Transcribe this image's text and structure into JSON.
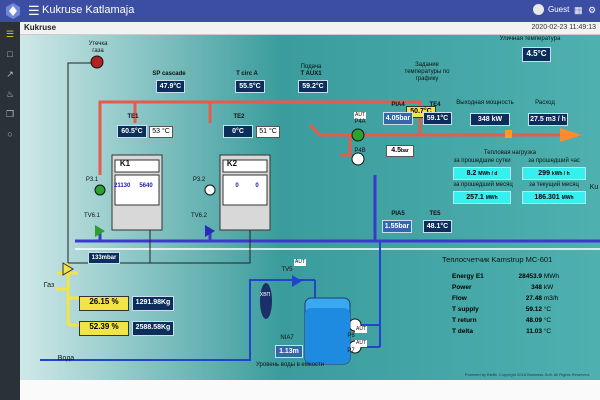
{
  "app": {
    "title": "Kukruse Katlamaja",
    "user": "Guest"
  },
  "breadcrumb": {
    "title": "Kukruse",
    "timestamp": "2020-02-23 11:49:13"
  },
  "outdoor": {
    "label": "Уличная температура",
    "value": "4.5°C"
  },
  "gas_leak": {
    "label": "Утечка газа"
  },
  "setpoint": {
    "label": "Задание температуры по графику",
    "value": "50.7°C"
  },
  "sp_cascade": {
    "label": "SP cascade",
    "value": "47.9°C"
  },
  "t_circ": {
    "label": "T circ A",
    "value": "55.5°C"
  },
  "t_aux": {
    "label_top": "Подача",
    "label": "T AUX1",
    "value": "59.2°C"
  },
  "boiler1": {
    "name": "K1",
    "te_label": "TE1",
    "te_value": "60.5°C",
    "set_value": "53",
    "set_unit": "°C",
    "flow1": "21130",
    "flow2": "5640",
    "pump": "P3.1",
    "valve": "TV6.1"
  },
  "boiler2": {
    "name": "K2",
    "te_label": "TE2",
    "te_value": "0°C",
    "set_value": "51",
    "set_unit": "°C",
    "flow1": "0",
    "flow2": "0",
    "pump": "P3.2",
    "valve": "TV6.2"
  },
  "supply": {
    "pia4_label": "PIA4",
    "pia4_value": "4.05bar",
    "te4_label": "TE4",
    "te4_value": "59.1°C",
    "pump_a": "P4A",
    "pump_a_badge": "AUT",
    "pump_b": "P4B",
    "pressure": "4.5",
    "pressure_unit": "bar"
  },
  "return": {
    "pia5_label": "PIA5",
    "pia5_value": "1.55bar",
    "te5_label": "TE5",
    "te5_value": "48.1°C"
  },
  "power": {
    "label": "Выходная мощность",
    "value": "348",
    "unit": "kW"
  },
  "flow": {
    "label": "Расход",
    "value": "27.5",
    "unit": "m3 / h"
  },
  "heat_load": {
    "title": "Тепловая нагрузка",
    "day_label": "за прошедшие сутки",
    "day_value": "8.2",
    "day_unit": "MWh / d",
    "hour_label": "за прошедший час",
    "hour_value": "299",
    "hour_unit": "kWh / h",
    "month_label": "за прошедший месяц",
    "month_value": "257.1",
    "month_unit": "MWh",
    "cur_month_label": "за текущий месяц",
    "cur_month_value": "186.301",
    "cur_month_unit": "MWh",
    "right_edge": "Ku"
  },
  "gas": {
    "label": "Газ",
    "pressure": "133mbar",
    "v1_pct": "26.15 %",
    "v1_kg": "1291.98Kg",
    "v2_pct": "52.39 %",
    "v2_kg": "2588.58Kg"
  },
  "water": {
    "label": "Вода",
    "hvp": "ХВП",
    "tv5": "TV5",
    "tv5_badge": "AUT",
    "nia7_label": "NIA7",
    "nia7_value": "1.13m",
    "level_label": "Уровень воды в емкости",
    "p6": "P6",
    "p7": "P7",
    "p6_badge": "AUT",
    "p7_badge": "AUT"
  },
  "kamstrup": {
    "title": "Теплосчетчик Kamstrup MC-601",
    "rows": [
      {
        "name": "Energy E1",
        "value": "28453.9",
        "unit": "MWh"
      },
      {
        "name": "Power",
        "value": "348",
        "unit": "kW"
      },
      {
        "name": "Flow",
        "value": "27.48",
        "unit": "m3/h"
      },
      {
        "name": "T supply",
        "value": "59.12",
        "unit": "°C"
      },
      {
        "name": "T return",
        "value": "48.09",
        "unit": "°C"
      },
      {
        "name": "T delta",
        "value": "11.03",
        "unit": "°C"
      }
    ]
  },
  "footer": {
    "text": "Powered by BleBt. Copyright 2018 Business-Soft. All Rights Reserved."
  },
  "colors": {
    "topbar": "#3b4ea3",
    "sidebar": "#2a3138",
    "supply_pipe": "#e85a4a",
    "return_pipe": "#3a3ad0",
    "gas_pipe": "#f2e442",
    "water_pipe": "#2244cc",
    "value_box": "#0b2f5a",
    "aqua_box": "#36f0f0"
  },
  "icons": [
    "menu-icon",
    "user-avatar-icon",
    "grid-icon",
    "settings-icon",
    "dashboard-icon",
    "map-icon",
    "chart-icon",
    "bell-icon",
    "copy-icon",
    "circle-icon"
  ]
}
